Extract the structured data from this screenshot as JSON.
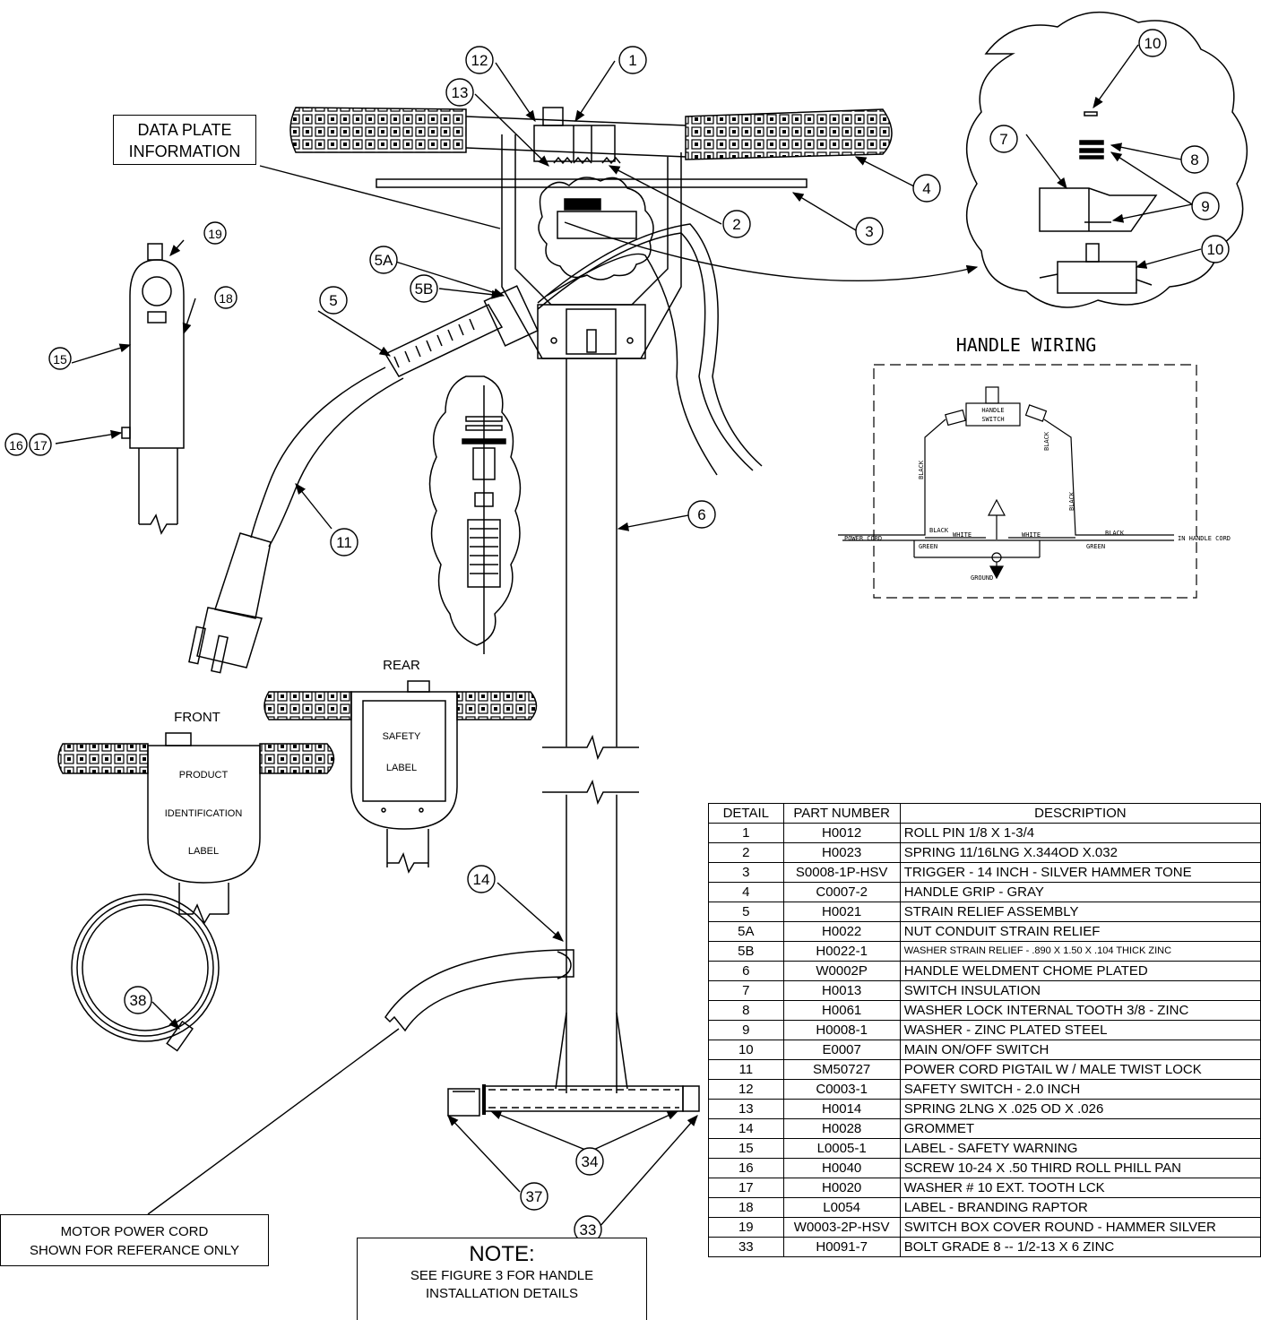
{
  "labels": {
    "data_plate_line1": "DATA PLATE",
    "data_plate_line2": "INFORMATION",
    "handle_wiring_title": "HANDLE WIRING",
    "front": "FRONT",
    "rear": "REAR",
    "safety_label_line1": "SAFETY",
    "safety_label_line2": "LABEL",
    "product_label_line1": "PRODUCT",
    "product_label_line2": "IDENTIFICATION",
    "product_label_line3": "LABEL",
    "motor_cord_line1": "MOTOR POWER CORD",
    "motor_cord_line2": "SHOWN FOR REFERANCE ONLY",
    "note_title": "NOTE:",
    "note_line1": "SEE FIGURE 3 FOR HANDLE",
    "note_line2": "INSTALLATION DETAILS"
  },
  "wiring": {
    "handle_switch_line1": "HANDLE",
    "handle_switch_line2": "SWITCH",
    "black": "BLACK",
    "white": "WHITE",
    "green": "GREEN",
    "power_cord": "POWER CORD",
    "in_handle_cord": "IN HANDLE CORD",
    "ground": "GROUND"
  },
  "callouts": {
    "c1": "1",
    "c2": "2",
    "c3": "3",
    "c4": "4",
    "c5": "5",
    "c5a": "5A",
    "c5b": "5B",
    "c6": "6",
    "c7": "7",
    "c8": "8",
    "c9": "9",
    "c10a": "10",
    "c10b": "10",
    "c11": "11",
    "c12": "12",
    "c13": "13",
    "c14": "14",
    "c15": "15",
    "c16": "16",
    "c17": "17",
    "c18": "18",
    "c19": "19",
    "c33": "33",
    "c34": "34",
    "c37": "37",
    "c38": "38"
  },
  "parts_table": {
    "headers": [
      "DETAIL",
      "PART NUMBER",
      "DESCRIPTION"
    ],
    "rows": [
      [
        "1",
        "H0012",
        "ROLL PIN 1/8 X 1-3/4"
      ],
      [
        "2",
        "H0023",
        "SPRING 11/16LNG X.344OD X.032"
      ],
      [
        "3",
        "S0008-1P-HSV",
        "TRIGGER - 14 INCH - SILVER HAMMER TONE"
      ],
      [
        "4",
        "C0007-2",
        "HANDLE GRIP - GRAY"
      ],
      [
        "5",
        "H0021",
        "STRAIN RELIEF ASSEMBLY"
      ],
      [
        "5A",
        "H0022",
        "NUT CONDUIT STRAIN RELIEF"
      ],
      [
        "5B",
        "H0022-1",
        "WASHER  STRAIN RELIEF - .890 X 1.50 X .104 THICK ZINC"
      ],
      [
        "6",
        "W0002P",
        "HANDLE WELDMENT CHOME PLATED"
      ],
      [
        "7",
        "H0013",
        "SWITCH INSULATION"
      ],
      [
        "8",
        "H0061",
        "WASHER LOCK INTERNAL TOOTH 3/8  - ZINC"
      ],
      [
        "9",
        "H0008-1",
        " WASHER - ZINC PLATED STEEL"
      ],
      [
        "10",
        "E0007",
        "MAIN ON/OFF SWITCH"
      ],
      [
        "11",
        "SM50727",
        "POWER CORD PIGTAIL W / MALE TWIST LOCK"
      ],
      [
        "12",
        "C0003-1",
        "SAFETY SWITCH - 2.0 INCH"
      ],
      [
        "13",
        "H0014",
        "SPRING 2LNG X .025 OD X .026"
      ],
      [
        "14",
        "H0028",
        "GROMMET"
      ],
      [
        "15",
        "L0005-1",
        "LABEL - SAFETY WARNING"
      ],
      [
        "16",
        "H0040",
        "SCREW 10-24 X .50 THIRD ROLL PHILL PAN"
      ],
      [
        "17",
        "H0020",
        "WASHER # 10 EXT. TOOTH LCK"
      ],
      [
        "18",
        "L0054",
        "LABEL - BRANDING RAPTOR"
      ],
      [
        "19",
        "W0003-2P-HSV",
        "SWITCH BOX COVER ROUND - HAMMER SILVER"
      ],
      [
        "33",
        "H0091-7",
        "BOLT GRADE 8 -- 1/2-13 X 6 ZINC"
      ]
    ]
  }
}
